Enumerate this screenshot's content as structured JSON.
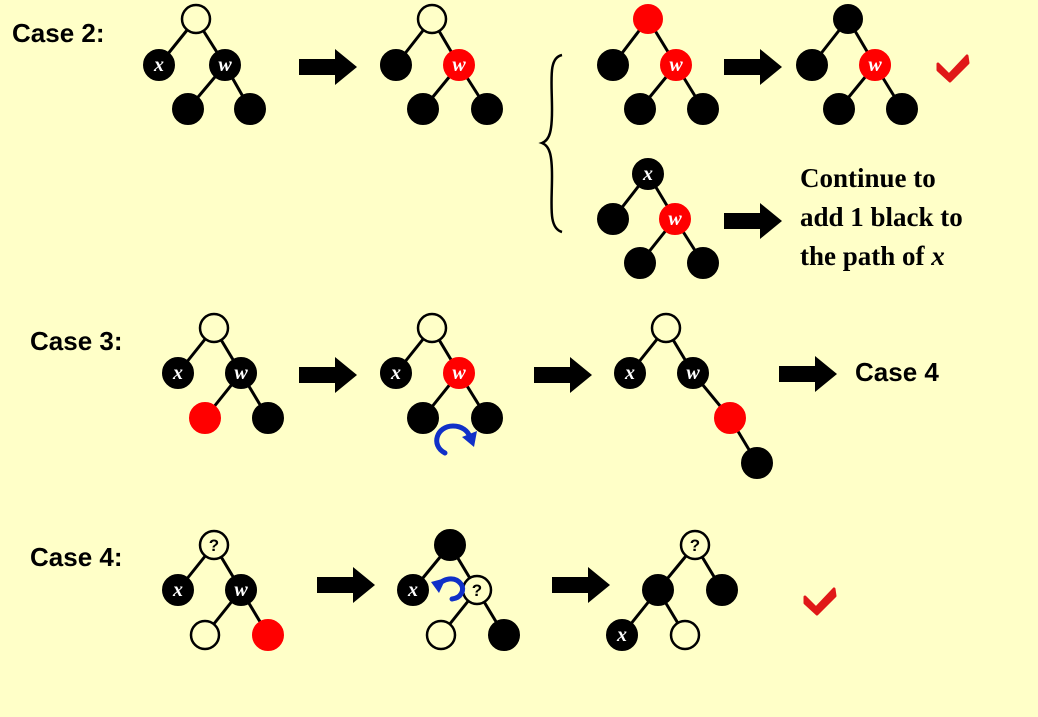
{
  "colors": {
    "background": "#ffffc8",
    "black": "#000000",
    "red": "#ff0000",
    "rotation_arrow": "#1030c8",
    "checkmark": "#e01818"
  },
  "cases": [
    {
      "label": "Case 2:",
      "name": "case-2"
    },
    {
      "label": "Case 3:",
      "name": "case-3"
    },
    {
      "label": "Case 4:",
      "name": "case-4"
    }
  ],
  "node_labels": {
    "x": "x",
    "w": "w",
    "unknown": "?"
  },
  "continue_note": {
    "line1": "Continue to",
    "line2": "add 1 black to",
    "line3_prefix": "the path of ",
    "line3_var": "x"
  },
  "case4_target": "Case 4",
  "icons": [
    "arrow-right-icon",
    "checkmark-icon",
    "rotate-clockwise-icon",
    "rotate-counterclockwise-icon",
    "brace-icon"
  ]
}
